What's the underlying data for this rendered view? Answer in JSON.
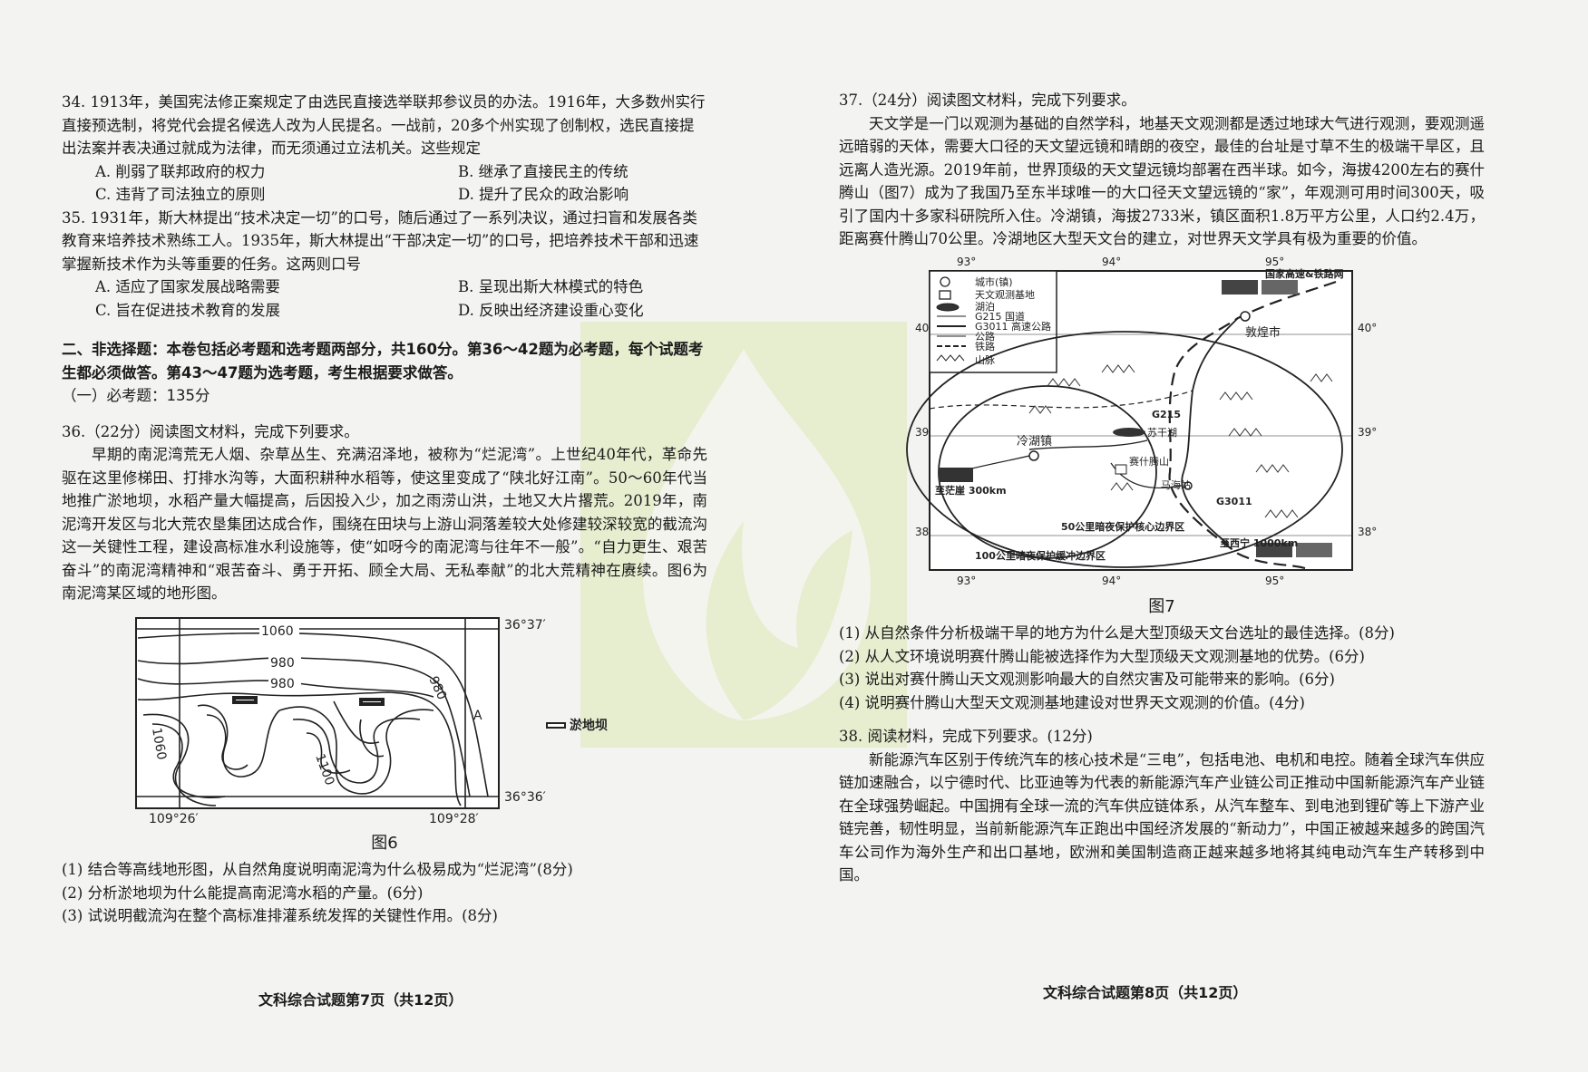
{
  "left": {
    "q34": {
      "stem": "34. 1913年，美国宪法修正案规定了由选民直接选举联邦参议员的办法。1916年，大多数州实行直接预选制，将党代会提名候选人改为人民提名。一战前，20多个州实现了创制权，选民直接提出法案并表决通过就成为法律，而无须通过立法机关。这些规定",
      "options": [
        "A. 削弱了联邦政府的权力",
        "B. 继承了直接民主的传统",
        "C. 违背了司法独立的原则",
        "D. 提升了民众的政治影响"
      ]
    },
    "q35": {
      "stem": "35. 1931年，斯大林提出“技术决定一切”的口号，随后通过了一系列决议，通过扫盲和发展各类教育来培养技术熟练工人。1935年，斯大林提出“干部决定一切”的口号，把培养技术干部和迅速掌握新技术作为头等重要的任务。这两则口号",
      "options": [
        "A. 适应了国家发展战略需要",
        "B. 呈现出斯大林模式的特色",
        "C. 旨在促进技术教育的发展",
        "D. 反映出经济建设重心变化"
      ]
    },
    "section2": "二、非选择题：本卷包括必考题和选考题两部分，共160分。第36～42题为必考题，每个试题考生都必须做答。第43～47题为选考题，考生根据要求做答。",
    "section2_sub": "（一）必考题：135分",
    "q36": {
      "head": "36.（22分）阅读图文材料，完成下列要求。",
      "para": "早期的南泥湾荒无人烟、杂草丛生、充满沼泽地，被称为“烂泥湾”。上世纪40年代，革命先驱在这里修梯田、打排水沟等，大面积耕种水稻等，使这里变成了“陕北好江南”。50～60年代当地推广淤地坝，水稻产量大幅提高，后因投入少，加之雨涝山洪，土地又大片撂荒。2019年，南泥湾开发区与北大荒农垦集团达成合作，围绕在田块与上游山洞落差较大处修建较深较宽的截流沟这一关键性工程，建设高标准水利设施等，使“如呀今的南泥湾与往年不一般”。“自力更生、艰苦奋斗”的南泥湾精神和“艰苦奋斗、勇于开拓、顾全大局、无私奉献”的北大荒精神在赓续。图6为南泥湾某区域的地形图。",
      "fig_caption": "图6",
      "sub": [
        "(1) 结合等高线地形图，从自然角度说明南泥湾为什么极易成为“烂泥湾”(8分)",
        "(2) 分析淤地坝为什么能提高南泥湾水稻的产量。(6分)",
        "(3) 试说明截流沟在整个高标准排灌系统发挥的关键性作用。(8分)"
      ]
    },
    "footer": "文科综合试题第7页（共12页）"
  },
  "fig6": {
    "contours": [
      "1060",
      "980",
      "980",
      "980",
      "1060",
      "1100"
    ],
    "lat_top": "36°37′",
    "lat_bottom": "36°36′",
    "lon_left": "109°26′",
    "lon_right": "109°28′",
    "point_label": "A",
    "legend_dam": "淤地坝"
  },
  "right": {
    "q37": {
      "head": "37.（24分）阅读图文材料，完成下列要求。",
      "para": "天文学是一门以观测为基础的自然学科，地基天文观测都是透过地球大气进行观测，要观测遥远暗弱的天体，需要大口径的天文望远镜和晴朗的夜空，最佳的台址是寸草不生的极端干旱区，且远离人造光源。2019年前，世界顶级的天文望远镜均部署在西半球。如今，海拔4200左右的赛什腾山（图7）成为了我国乃至东半球唯一的大口径天文望远镜的“家”，年观测可用时间300天，吸引了国内十多家科研院所入住。冷湖镇，海拔2733米，镇区面积1.8万平方公里，人口约2.4万，距离赛什腾山70公里。冷湖地区大型天文台的建立，对世界天文学具有极为重要的价值。",
      "fig_caption": "图7",
      "sub": [
        "(1) 从自然条件分析极端干旱的地方为什么是大型顶级天文台选址的最佳选择。(8分)",
        "(2) 从人文环境说明赛什腾山能被选择作为大型顶级天文观测基地的优势。(6分)",
        "(3) 说出对赛什腾山天文观测影响最大的自然灾害及可能带来的影响。(6分)",
        "(4) 说明赛什腾山大型天文观测基地建设对世界天文观测的价值。(4分)"
      ]
    },
    "q38": {
      "head": "38. 阅读材料，完成下列要求。(12分)",
      "para": "新能源汽车区别于传统汽车的核心技术是“三电”，包括电池、电机和电控。随着全球汽车供应链加速融合，以宁德时代、比亚迪等为代表的新能源汽车产业链公司正推动中国新能源汽车产业链在全球强势崛起。中国拥有全球一流的汽车供应链体系，从汽车整车、到电池到锂矿等上下游产业链完善，韧性明显，当前新能源汽车正跑出中国经济发展的“新动力”，中国正被越来越多的跨国汽车公司作为海外生产和出口基地，欧洲和美国制造商正越来越多地将其纯电动汽车生产转移到中国。"
    },
    "footer": "文科综合试题第8页（共12页）"
  },
  "fig7": {
    "lon_top": [
      "93°",
      "94°",
      "95°"
    ],
    "lon_bottom": [
      "93°",
      "94°",
      "95°"
    ],
    "lat_left": [
      "40°",
      "39°",
      "38°"
    ],
    "lat_right": [
      "40°",
      "39°",
      "38°"
    ],
    "legend": [
      "城市(镇)",
      "天文观测基地",
      "湖泊",
      "G215 国道",
      "G3011 高速公路",
      "公路",
      "铁路",
      "山脉"
    ],
    "top_label": "国家高速&铁路网",
    "places": [
      "敦煌市",
      "G215",
      "苏干湖",
      "冷湖镇",
      "赛什腾山",
      "马海站",
      "G3011",
      "至茫崖 300km",
      "50公里暗夜保护核心边界区",
      "至西宁 1000km",
      "100公里暗夜保护缓冲边界区"
    ]
  }
}
